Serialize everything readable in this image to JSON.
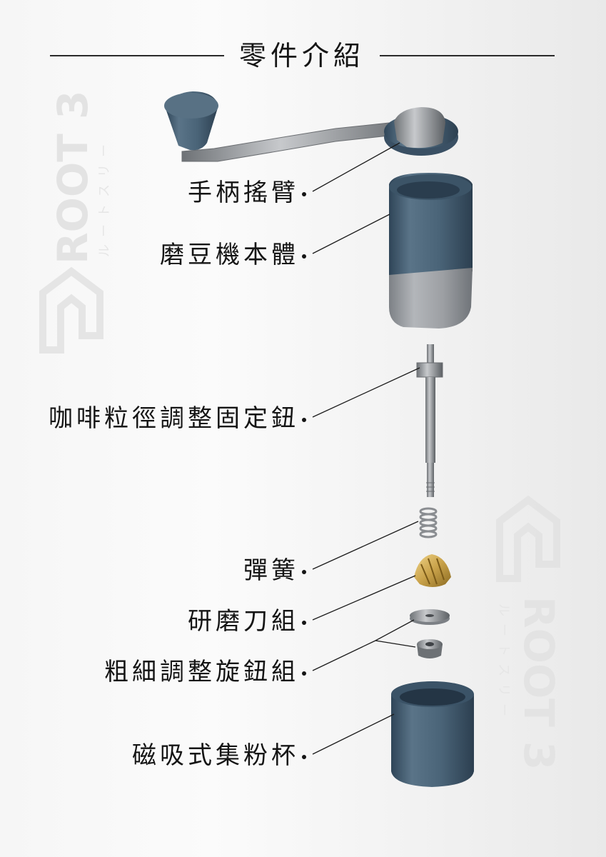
{
  "title": "零件介紹",
  "watermark": {
    "brand": "ROOT 3",
    "sub": "ルートスリー"
  },
  "parts": [
    {
      "label": "手柄搖臂"
    },
    {
      "label": "磨豆機本體"
    },
    {
      "label": "咖啡粒徑調整固定鈕"
    },
    {
      "label": "彈簧"
    },
    {
      "label": "研磨刀組"
    },
    {
      "label": "粗細調整旋鈕組"
    },
    {
      "label": "磁吸式集粉杯"
    }
  ],
  "colors": {
    "text": "#151515",
    "body_blue": "#4a6478",
    "metal_gray": "#9c9fa3",
    "burr_gold": "#c9a24a"
  }
}
